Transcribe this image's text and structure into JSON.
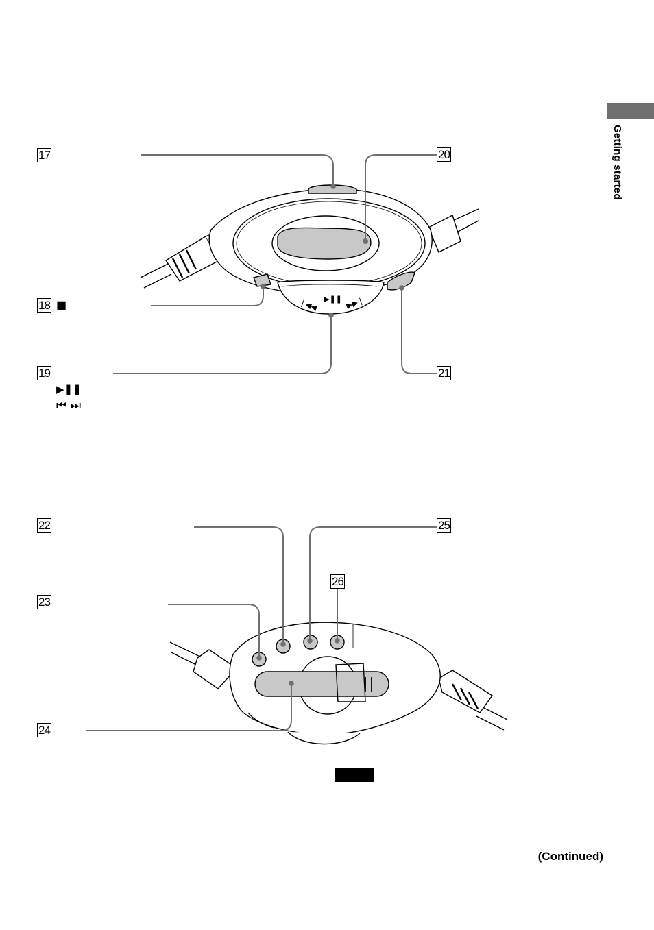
{
  "side_tab": {
    "label": "Getting started"
  },
  "callouts_top": {
    "c17": "17",
    "c18": "18",
    "c19": "19",
    "c20": "20",
    "c21": "21"
  },
  "callouts_bottom": {
    "c22": "22",
    "c23": "23",
    "c24": "24",
    "c25": "25",
    "c26": "26"
  },
  "symbols": {
    "stop": "■",
    "play_pause": "▶❚❚",
    "prev_next": "⏮  ⏭"
  },
  "footer": {
    "continued": "(Continued)"
  },
  "colors": {
    "line": "#707070",
    "tab": "#6f6f6f",
    "ink": "#000000"
  }
}
